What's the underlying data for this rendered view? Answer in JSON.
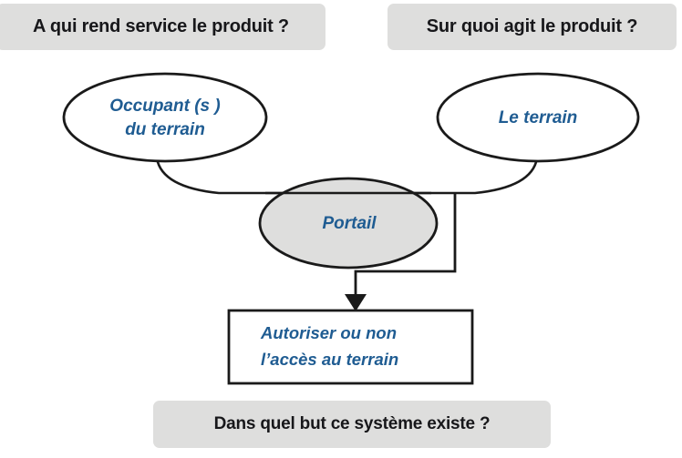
{
  "diagram": {
    "title_question_left": "A qui rend service le produit ?",
    "title_question_right": "Sur quoi agit le produit ?",
    "purpose_question": "Dans quel but ce système existe ?",
    "colors": {
      "banner_background": "#dededd",
      "banner_text": "#17171a",
      "node_text": "#1f5c92",
      "stroke": "#1a1a1a",
      "portail_fill": "#dededd",
      "box_fill": "#ffffff",
      "page_background": "#ffffff"
    },
    "nodes": {
      "actor": {
        "shape": "ellipse",
        "line1": "Occupant (s )",
        "line2": "du terrain"
      },
      "subject": {
        "shape": "ellipse",
        "line1": "Le terrain"
      },
      "system": {
        "shape": "ellipse",
        "line1": "Portail"
      },
      "purpose": {
        "shape": "rectangle",
        "line1": "Autoriser ou non",
        "line2": "l’accès au terrain"
      }
    },
    "connectors": [
      {
        "name": "actor-to-system",
        "from": "actor",
        "to": "system",
        "style": "curve",
        "arrow": false
      },
      {
        "name": "subject-to-system",
        "from": "subject",
        "to": "system",
        "style": "curve",
        "arrow": false
      },
      {
        "name": "system-to-purpose",
        "from": "system",
        "to": "purpose",
        "style": "elbow",
        "arrow": true
      }
    ]
  }
}
